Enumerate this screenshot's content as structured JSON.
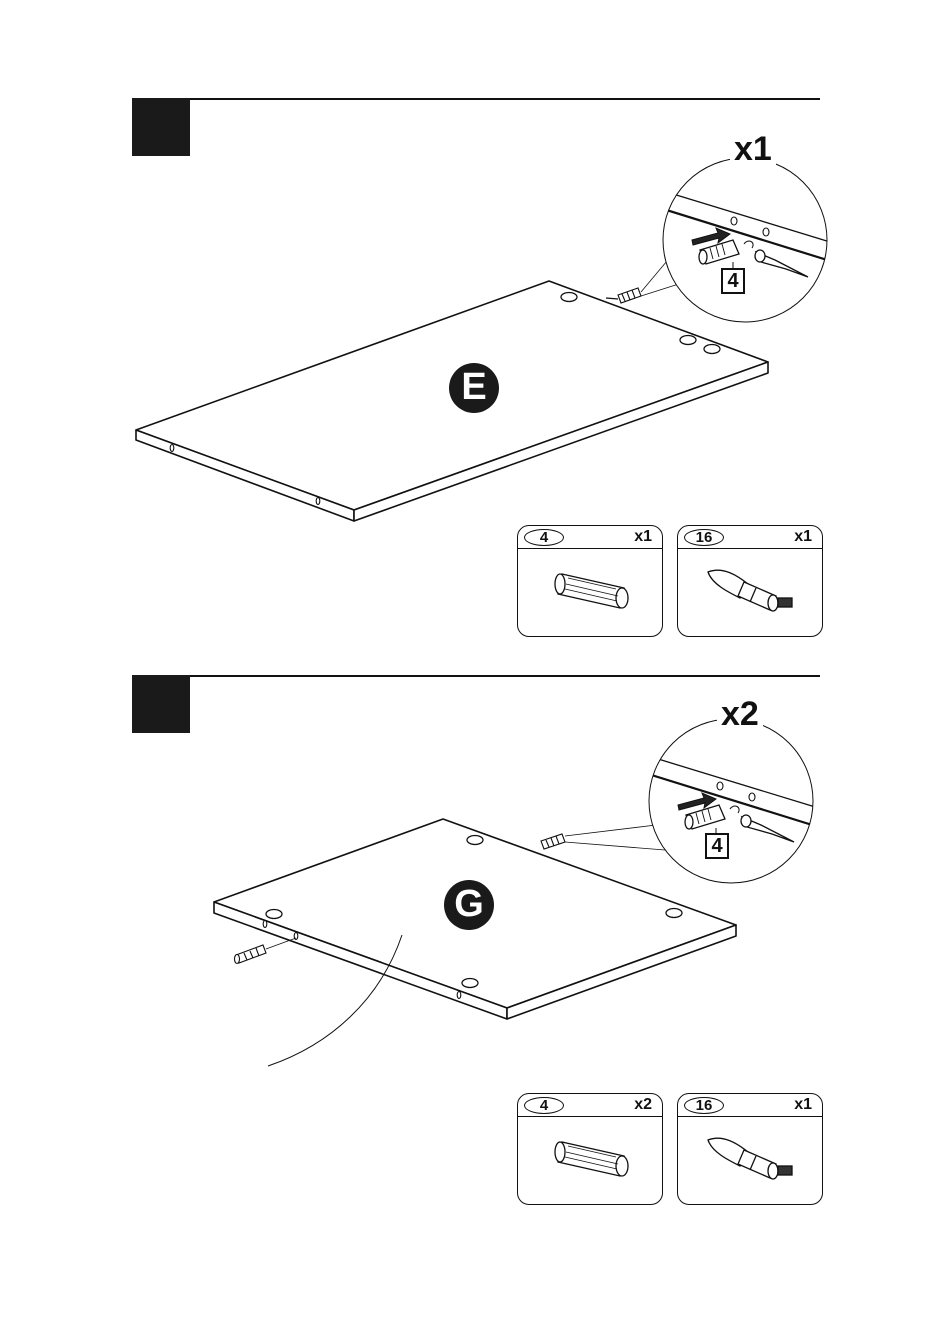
{
  "steps": [
    {
      "callout_qty": "x1",
      "callout_part": "4",
      "panel_label": "E",
      "parts": [
        {
          "id": "4",
          "qty": "x1",
          "icon": "dowel-icon"
        },
        {
          "id": "16",
          "qty": "x1",
          "icon": "cam-bolt-icon"
        }
      ]
    },
    {
      "callout_qty": "x2",
      "callout_part": "4",
      "panel_label": "G",
      "parts": [
        {
          "id": "4",
          "qty": "x2",
          "icon": "dowel-icon"
        },
        {
          "id": "16",
          "qty": "x1",
          "icon": "cam-bolt-icon"
        }
      ]
    }
  ]
}
